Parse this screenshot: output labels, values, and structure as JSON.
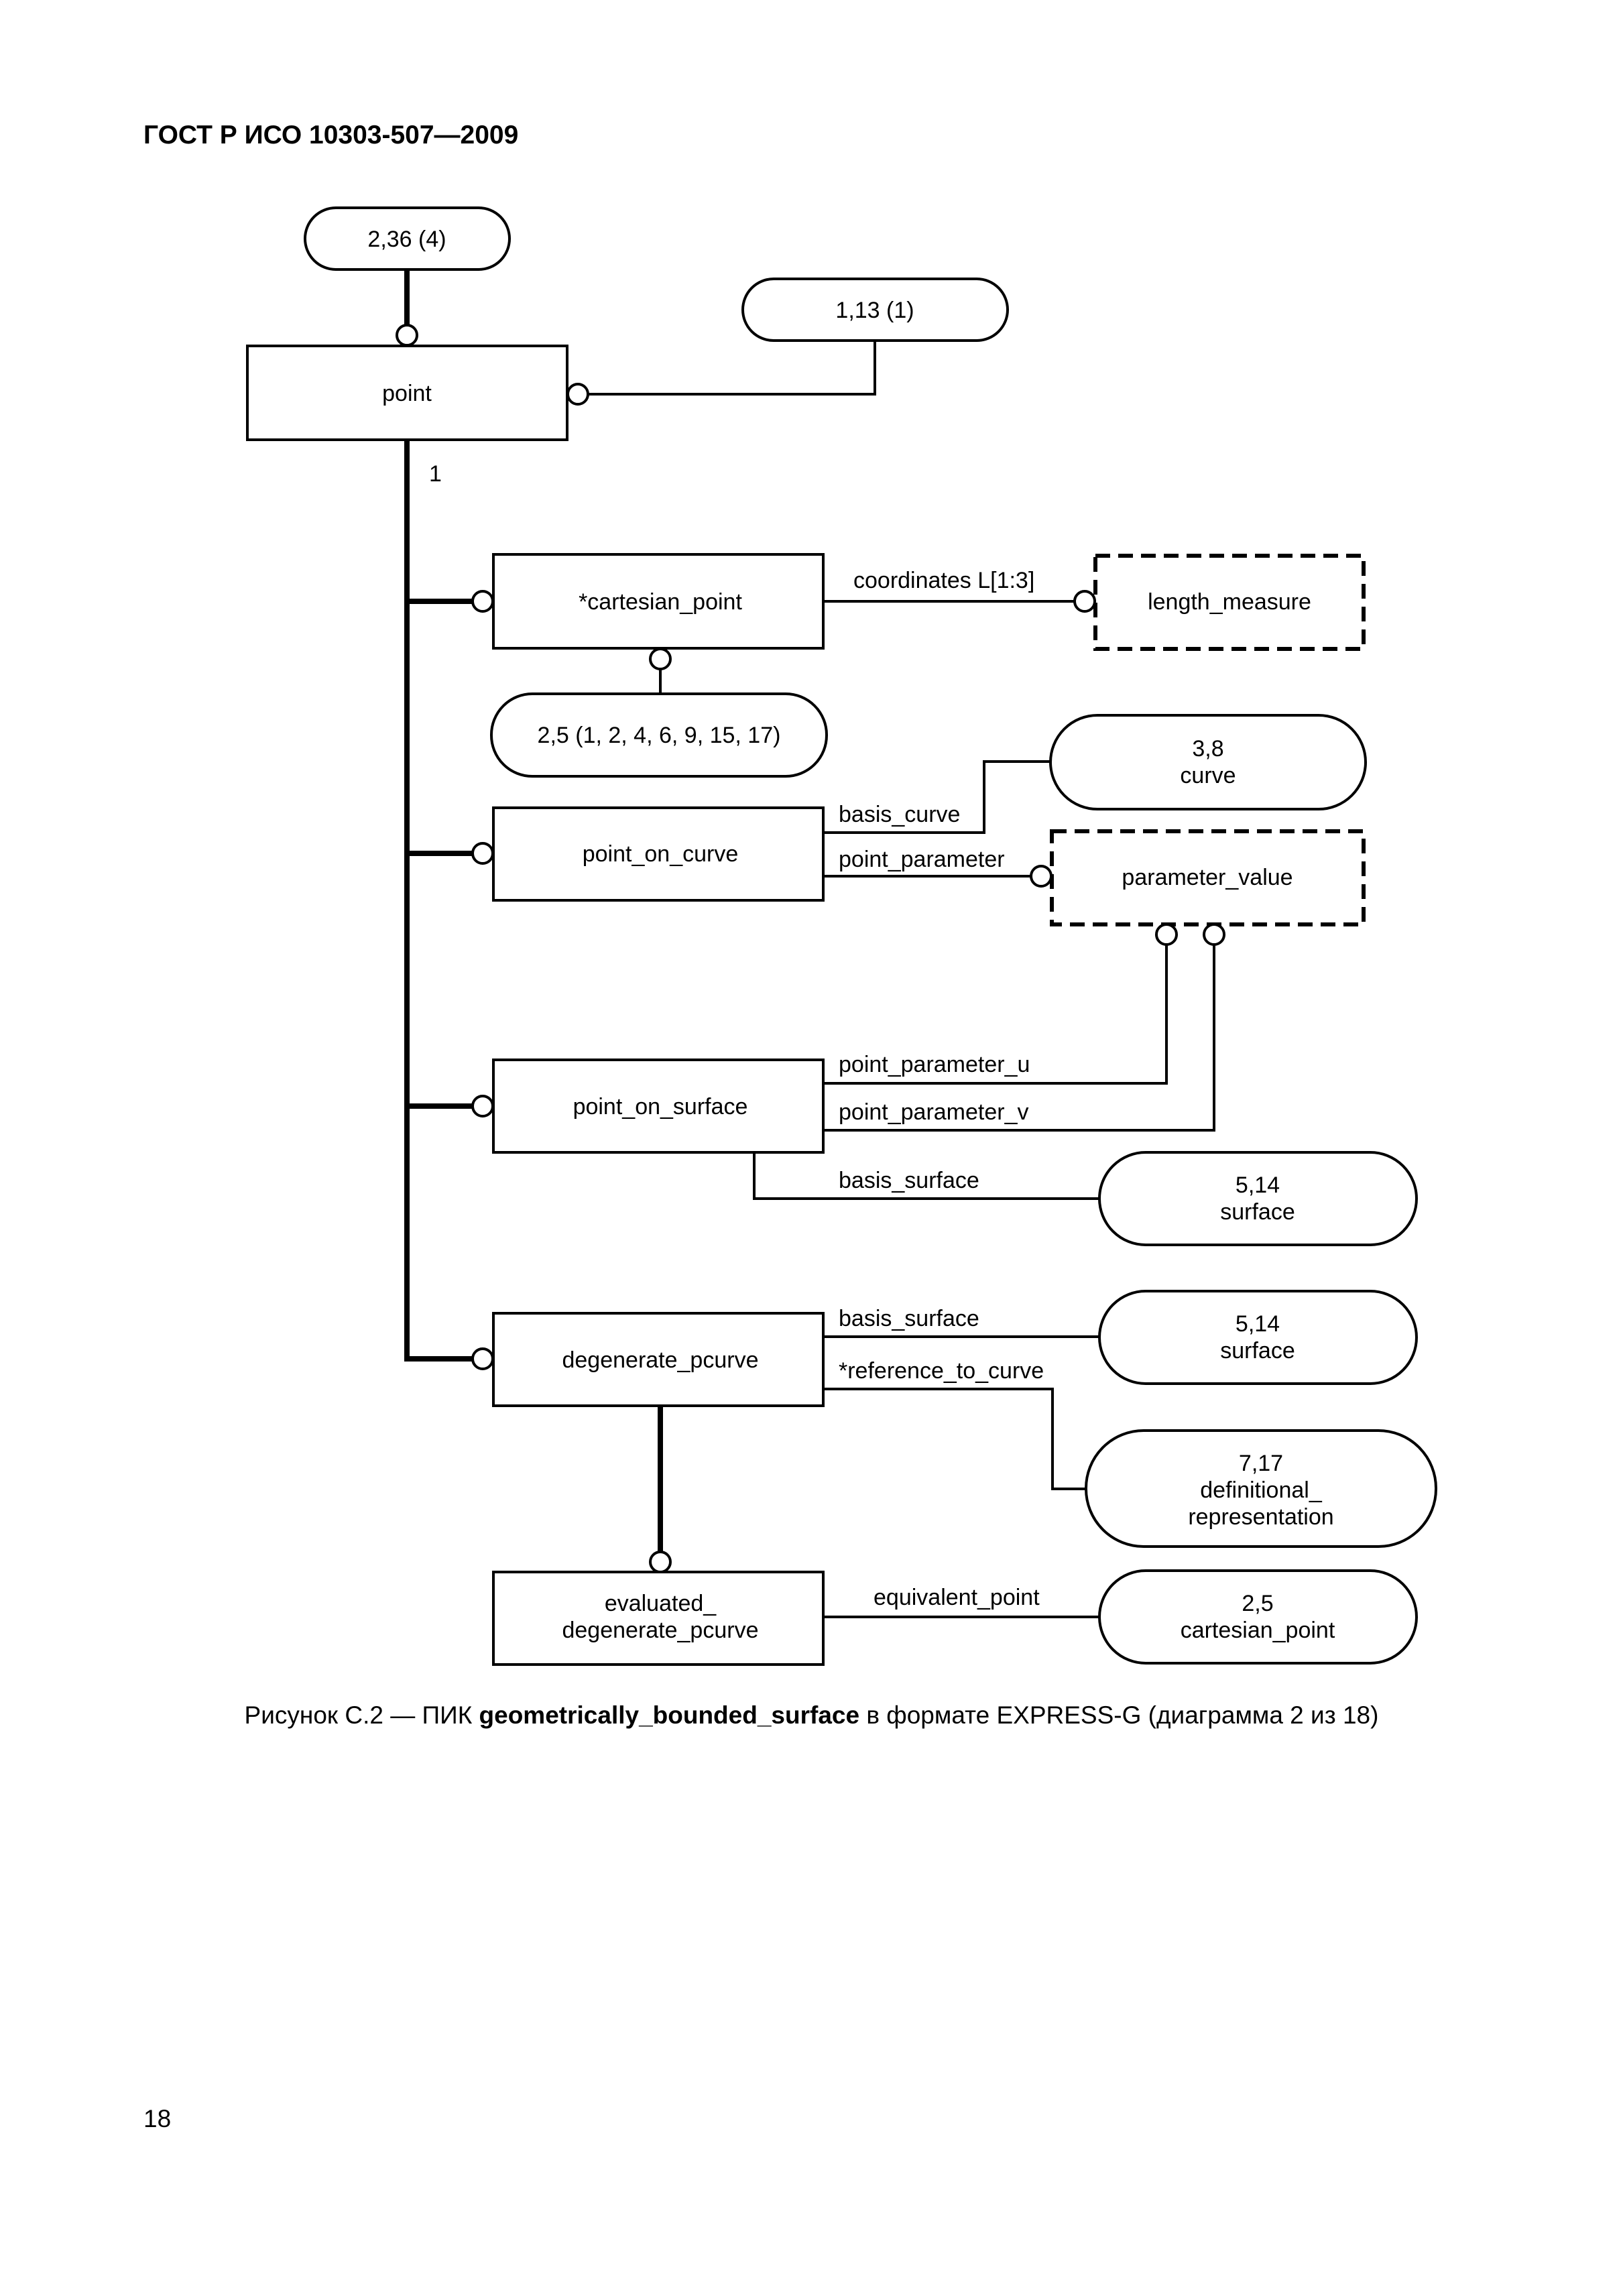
{
  "document": {
    "header": "ГОСТ Р ИСО 10303-507—2009",
    "page_number": "18",
    "caption": {
      "prefix": "Рисунок С.2 — ПИК ",
      "bold": "geometrically_bounded_surface",
      "suffix": " в формате EXPRESS-G (диаграмма 2 из 18)"
    }
  },
  "diagram": {
    "refs": {
      "top": "2,36 (4)",
      "point_ref": "1,13 (1)",
      "cartesian_ref": "2,5 (1, 2, 4, 6, 9, 15, 17)",
      "curve": [
        "3,8",
        "curve"
      ],
      "surface1": [
        "5,14",
        "surface"
      ],
      "surface2": [
        "5,14",
        "surface"
      ],
      "definitional": [
        "7,17",
        "definitional_",
        "representation"
      ],
      "cartesian_point_ref": [
        "2,5",
        "cartesian_point"
      ]
    },
    "entities": {
      "point": "point",
      "cartesian_point": "*cartesian_point",
      "point_on_curve": "point_on_curve",
      "point_on_surface": "point_on_surface",
      "degenerate_pcurve": "degenerate_pcurve",
      "evaluated": [
        "evaluated_",
        "degenerate_pcurve"
      ]
    },
    "types": {
      "length_measure": "length_measure",
      "parameter_value": "parameter_value"
    },
    "labels": {
      "one": "1",
      "coordinates": "coordinates L[1:3]",
      "basis_curve": "basis_curve",
      "point_parameter": "point_parameter",
      "point_parameter_u": "point_parameter_u",
      "point_parameter_v": "point_parameter_v",
      "basis_surface": "basis_surface",
      "basis_surface2": "basis_surface",
      "reference_to_curve": "*reference_to_curve",
      "equivalent_point": "equivalent_point"
    }
  }
}
